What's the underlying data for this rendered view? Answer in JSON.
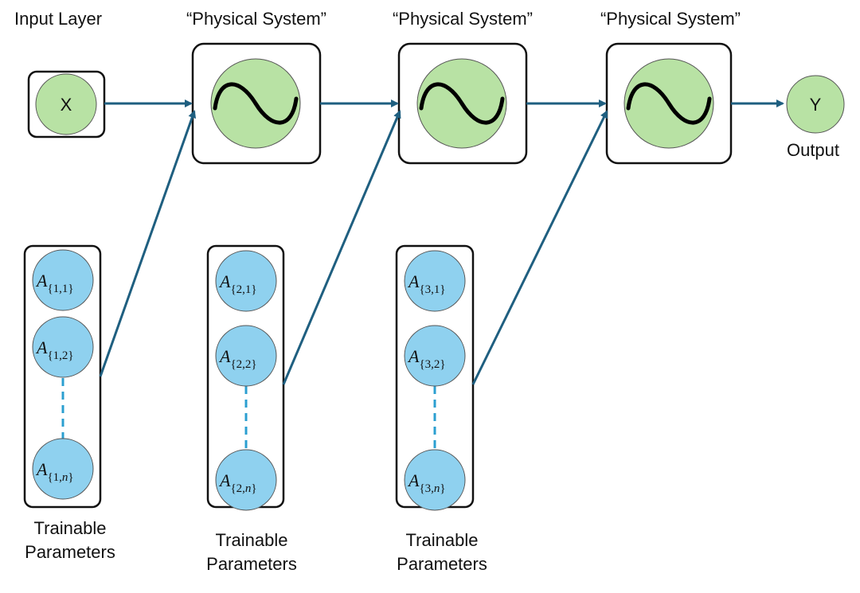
{
  "labels": {
    "input_layer": "Input Layer",
    "physical_system_1": "“Physical System”",
    "physical_system_2": "“Physical System”",
    "physical_system_3": "“Physical System”",
    "output": "Output",
    "trainable_1_line1": "Trainable",
    "trainable_1_line2": "Parameters",
    "trainable_2_line1": "Trainable",
    "trainable_2_line2": "Parameters",
    "trainable_3_line1": "Trainable",
    "trainable_3_line2": "Parameters"
  },
  "nodes": {
    "input": "X",
    "output": "Y"
  },
  "parameters": [
    {
      "symbol": "A",
      "items": [
        {
          "sub": "{1,1}"
        },
        {
          "sub": "{1,2}"
        },
        {
          "sub_pre": "{1,",
          "sub_var": "n",
          "sub_post": "}"
        }
      ]
    },
    {
      "symbol": "A",
      "items": [
        {
          "sub": "{2,1}"
        },
        {
          "sub": "{2,2}"
        },
        {
          "sub_pre": "{2,",
          "sub_var": "n",
          "sub_post": "}"
        }
      ]
    },
    {
      "symbol": "A",
      "items": [
        {
          "sub": "{3,1}"
        },
        {
          "sub": "{3,2}"
        },
        {
          "sub_pre": "{3,",
          "sub_var": "n",
          "sub_post": "}"
        }
      ]
    }
  ],
  "colors": {
    "arrow": "#1f5f80",
    "node_green": "#b8e2a4",
    "param_blue": "#8fd1ef",
    "dashed": "#2b9fd0",
    "box_border": "#111111"
  },
  "icons": {
    "physical_system": "sine-wave-icon"
  }
}
